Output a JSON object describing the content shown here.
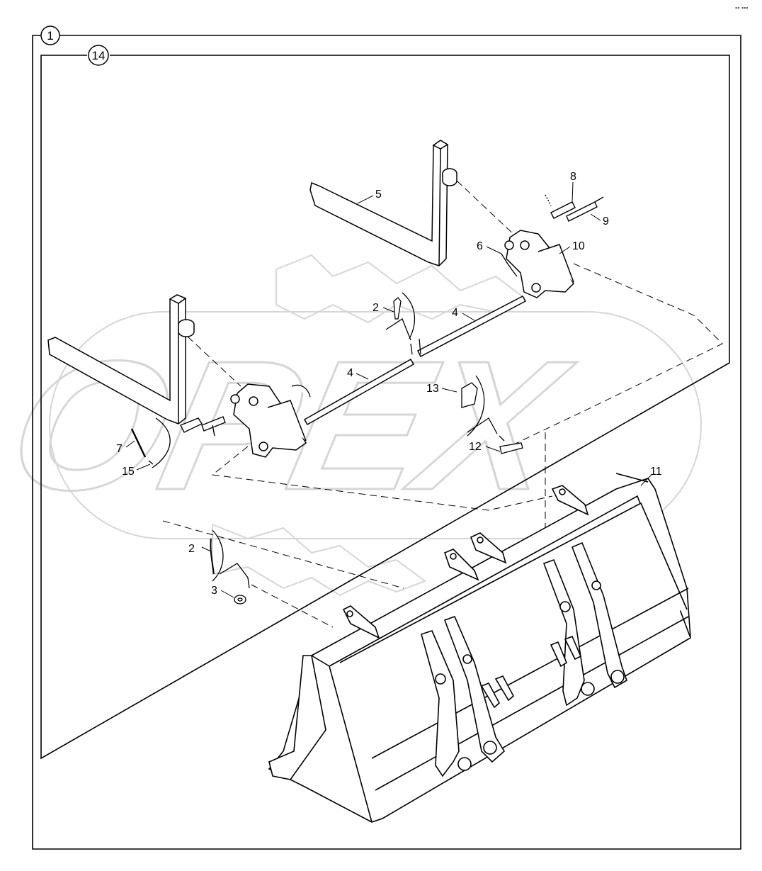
{
  "frames": {
    "outer_id": "1",
    "inner_id": "14"
  },
  "watermark": {
    "text": "OPEX",
    "color": "#d6d6d6"
  },
  "callouts": {
    "c2_top": "2",
    "c2_bottom": "2",
    "c3": "3",
    "c4_right": "4",
    "c4_left": "4",
    "c5": "5",
    "c6": "6",
    "c7": "7",
    "c8": "8",
    "c9": "9",
    "c10": "10",
    "c11": "11",
    "c12": "12",
    "c13": "13",
    "c15": "15"
  },
  "corner_mark": "▪▪ ▪▪▪",
  "colors": {
    "line": "#000000",
    "background": "#ffffff"
  }
}
